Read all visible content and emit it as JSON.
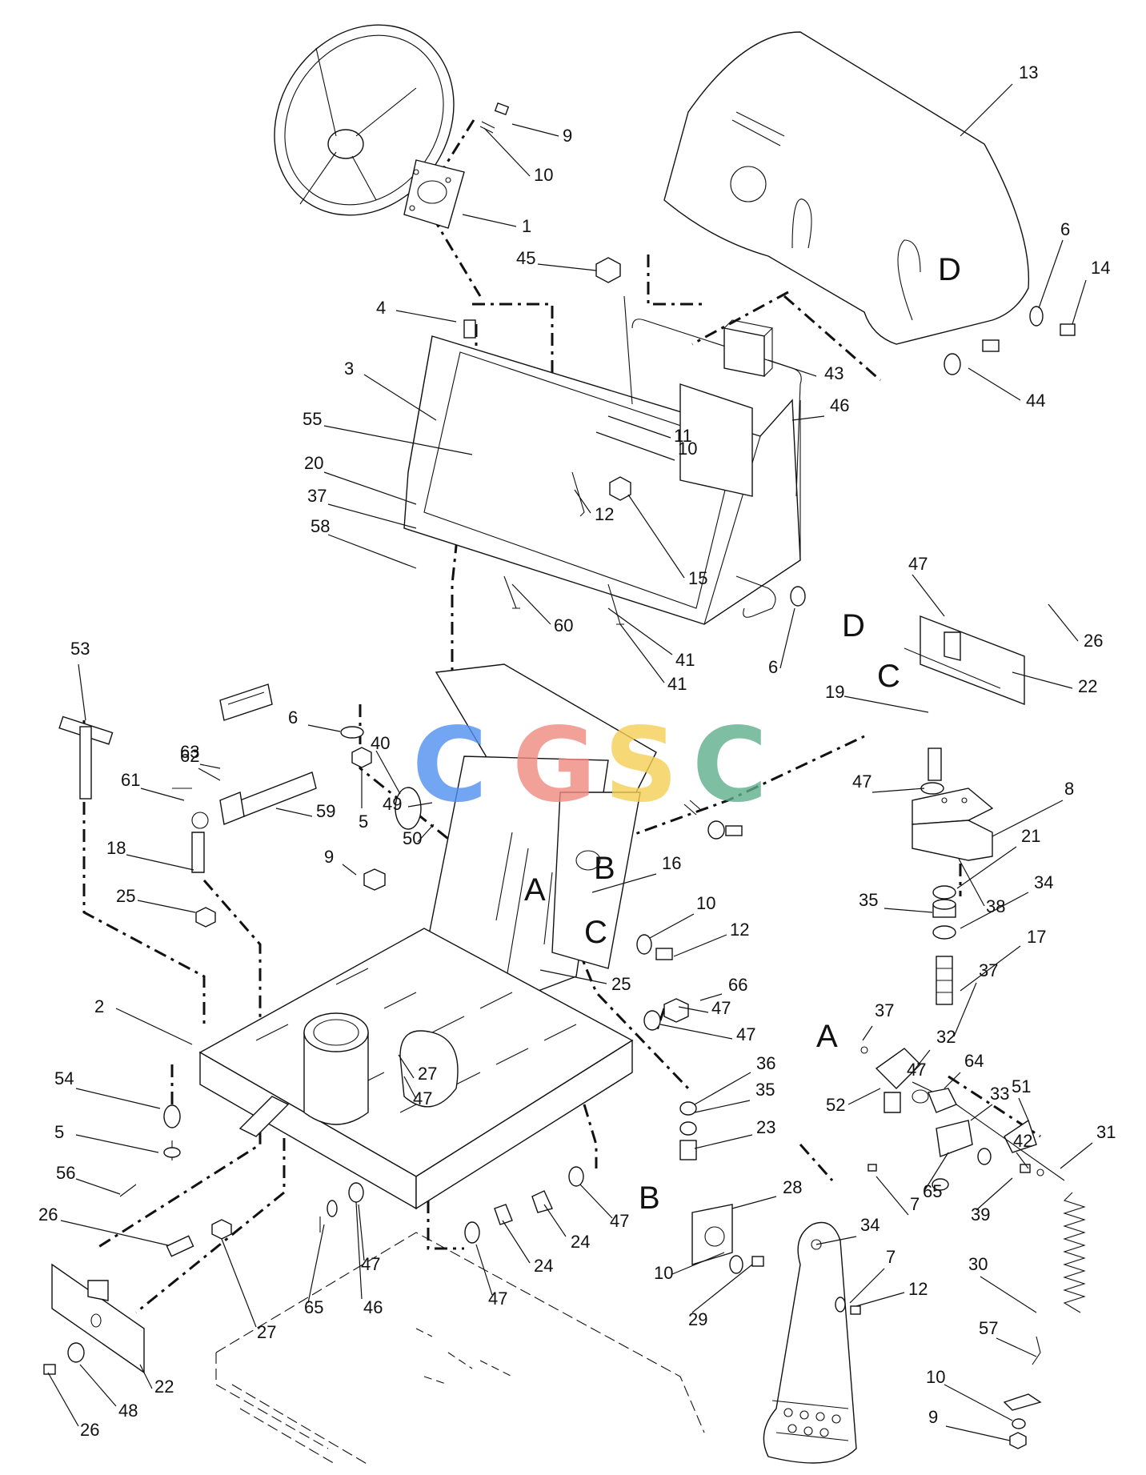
{
  "watermark": {
    "letters": [
      {
        "ch": "C",
        "color": "#4f8ff0"
      },
      {
        "ch": "G",
        "color": "#f08a80"
      },
      {
        "ch": "S",
        "color": "#f5cf55"
      },
      {
        "ch": "C",
        "color": "#5fae8c"
      }
    ]
  },
  "reference_letters": [
    "A",
    "A",
    "B",
    "B",
    "C",
    "C",
    "D",
    "D"
  ],
  "callouts": [
    {
      "label": "1"
    },
    {
      "label": "2"
    },
    {
      "label": "3"
    },
    {
      "label": "4"
    },
    {
      "label": "5"
    },
    {
      "label": "5"
    },
    {
      "label": "6"
    },
    {
      "label": "6"
    },
    {
      "label": "6"
    },
    {
      "label": "7"
    },
    {
      "label": "7"
    },
    {
      "label": "8"
    },
    {
      "label": "9"
    },
    {
      "label": "9"
    },
    {
      "label": "9"
    },
    {
      "label": "10"
    },
    {
      "label": "10"
    },
    {
      "label": "10"
    },
    {
      "label": "10"
    },
    {
      "label": "10"
    },
    {
      "label": "11"
    },
    {
      "label": "12"
    },
    {
      "label": "12"
    },
    {
      "label": "12"
    },
    {
      "label": "13"
    },
    {
      "label": "14"
    },
    {
      "label": "15"
    },
    {
      "label": "16"
    },
    {
      "label": "17"
    },
    {
      "label": "18"
    },
    {
      "label": "19"
    },
    {
      "label": "20"
    },
    {
      "label": "21"
    },
    {
      "label": "22"
    },
    {
      "label": "22"
    },
    {
      "label": "23"
    },
    {
      "label": "24"
    },
    {
      "label": "24"
    },
    {
      "label": "25"
    },
    {
      "label": "25"
    },
    {
      "label": "26"
    },
    {
      "label": "26"
    },
    {
      "label": "26"
    },
    {
      "label": "27"
    },
    {
      "label": "27"
    },
    {
      "label": "28"
    },
    {
      "label": "29"
    },
    {
      "label": "30"
    },
    {
      "label": "31"
    },
    {
      "label": "32"
    },
    {
      "label": "33"
    },
    {
      "label": "34"
    },
    {
      "label": "34"
    },
    {
      "label": "35"
    },
    {
      "label": "35"
    },
    {
      "label": "36"
    },
    {
      "label": "37"
    },
    {
      "label": "37"
    },
    {
      "label": "37"
    },
    {
      "label": "38"
    },
    {
      "label": "39"
    },
    {
      "label": "40"
    },
    {
      "label": "41"
    },
    {
      "label": "41"
    },
    {
      "label": "42"
    },
    {
      "label": "43"
    },
    {
      "label": "44"
    },
    {
      "label": "45"
    },
    {
      "label": "46"
    },
    {
      "label": "46"
    },
    {
      "label": "47"
    },
    {
      "label": "47"
    },
    {
      "label": "47"
    },
    {
      "label": "47"
    },
    {
      "label": "47"
    },
    {
      "label": "47"
    },
    {
      "label": "47"
    },
    {
      "label": "47"
    },
    {
      "label": "47"
    },
    {
      "label": "48"
    },
    {
      "label": "49"
    },
    {
      "label": "50"
    },
    {
      "label": "51"
    },
    {
      "label": "52"
    },
    {
      "label": "53"
    },
    {
      "label": "54"
    },
    {
      "label": "55"
    },
    {
      "label": "56"
    },
    {
      "label": "57"
    },
    {
      "label": "58"
    },
    {
      "label": "59"
    },
    {
      "label": "60"
    },
    {
      "label": "61"
    },
    {
      "label": "62"
    },
    {
      "label": "63"
    },
    {
      "label": "64"
    },
    {
      "label": "65"
    },
    {
      "label": "65"
    },
    {
      "label": "66"
    }
  ]
}
